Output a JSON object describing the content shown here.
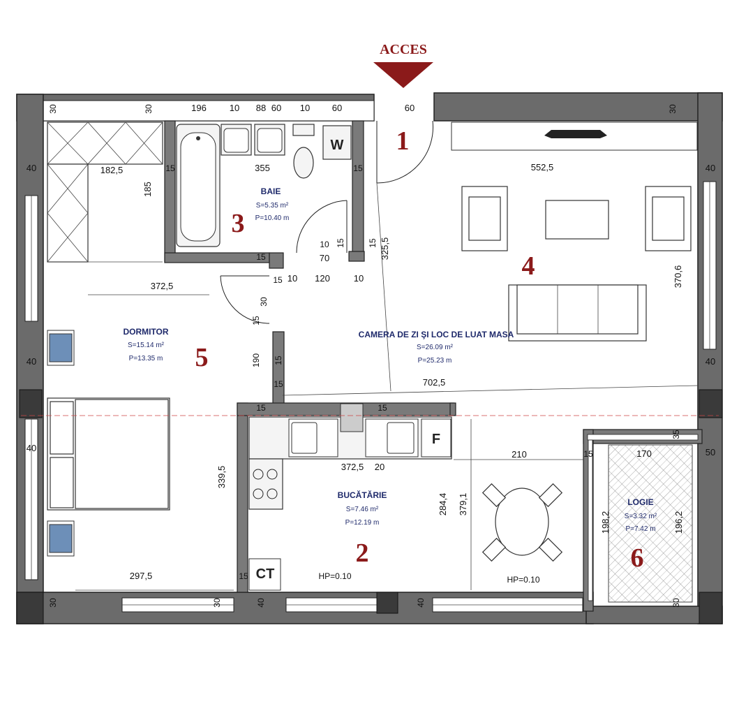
{
  "access_label": "ACCES",
  "rooms": [
    {
      "number": "1"
    },
    {
      "number": "2",
      "name": "BUCĂTĂRIE",
      "area": "S=7.46 m²",
      "perimeter": "P=12.19 m"
    },
    {
      "number": "3",
      "name": "BAIE",
      "area": "S=5.35 m²",
      "perimeter": "P=10.40 m"
    },
    {
      "number": "4",
      "name": "CAMERA DE ZI ŞI LOC DE LUAT MASA",
      "area": "S=26.09 m²",
      "perimeter": "P=25.23 m"
    },
    {
      "number": "5",
      "name": "DORMITOR",
      "area": "S=15.14 m²",
      "perimeter": "P=13.35 m"
    },
    {
      "number": "6",
      "name": "LOGIE",
      "area": "S=3.32 m²",
      "perimeter": "P=7.42 m"
    }
  ],
  "fixture_labels": {
    "washer": "W",
    "fridge": "F",
    "boiler": "CT"
  },
  "levels": {
    "kitchen": "HP=0.10",
    "living": "HP=0.10"
  },
  "dimensions": {
    "top_left_wall": "30",
    "top_wall_2": "30",
    "bath_top_1": "196",
    "bath_top_2": "10",
    "bath_top_3": "88",
    "bath_top_4": "60",
    "bath_top_5": "10",
    "bath_top_6": "60",
    "door_top": "60",
    "top_right_wall": "30",
    "left_wall_1": "40",
    "left_wall_2": "40",
    "left_wall_3": "40",
    "right_wall_1": "40",
    "right_wall_2": "40",
    "right_wall_3": "50",
    "wardrobe_w": "182,5",
    "wardrobe_h": "185",
    "bath_w": "355",
    "bath_wall_l": "15",
    "bath_wall_r": "15",
    "living_w": "552,5",
    "hall_h": "325,5",
    "hall_wall": "15",
    "door_70": "70",
    "door_10a": "10",
    "door_15a": "15",
    "living_h": "370,6",
    "bed_w": "372,5",
    "wall_15c": "15",
    "wall_15d": "15",
    "w_10b": "10",
    "w_120": "120",
    "w_10c": "10",
    "bed_30": "30",
    "bed_15e": "15",
    "bed_190": "190",
    "wall_15f": "15",
    "wall_15g": "15",
    "living_total": "702,5",
    "kit_15a": "15",
    "kit_15b": "15",
    "kit_w": "372,5",
    "kit_20": "20",
    "bed_h": "339,5",
    "kit_h": "284,4",
    "dining_h": "379,1",
    "dining_w": "210",
    "log_35": "35",
    "log_15": "15",
    "log_170": "170",
    "log_h1": "198,2",
    "log_h2": "196,2",
    "bed_bottom": "297,5",
    "bot_30a": "30",
    "bot_30b": "30",
    "bot_40a": "40",
    "bot_40b": "40",
    "bot_30c": "30",
    "ct_15": "15"
  }
}
